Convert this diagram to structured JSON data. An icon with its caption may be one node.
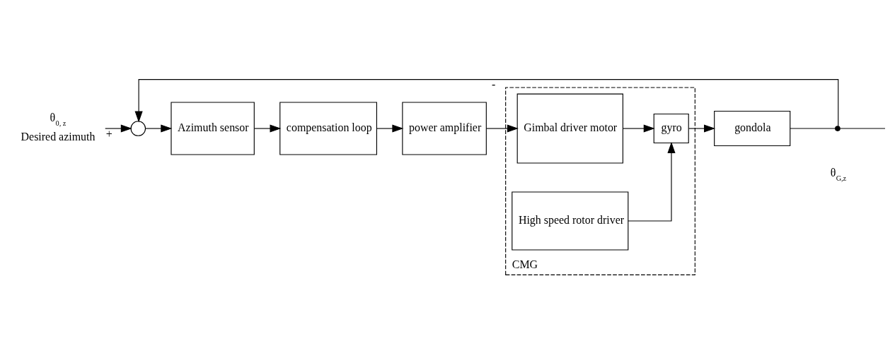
{
  "diagram": {
    "nodes": [
      {
        "text": [
          "θ$_{0, z}$",
          "Desired azimuth"
        ]
      },
      {
        "text": [],
        "shape": "circle"
      },
      {
        "text": [
          "Azimuth sensor"
        ]
      },
      {
        "text": [
          "compensation loop"
        ]
      },
      {
        "text": [
          "power amplifier"
        ]
      },
      {
        "text": [
          "CMG"
        ]
      },
      {
        "text": [
          "Gimbal driver motor"
        ],
        "in": 5
      },
      {
        "text": [
          "gyro"
        ],
        "in": 5
      },
      {
        "text": [
          "High speed rotor driver"
        ],
        "in": 5
      },
      {
        "text": [
          "gondola"
        ]
      },
      {
        "text": [],
        "shape": "dot"
      }
    ],
    "edges": [
      {
        "from": 0,
        "to": 1,
        "arrow": "to",
        "label": "+"
      },
      {
        "from": 1,
        "to": 2,
        "arrow": "to"
      },
      {
        "from": 2,
        "to": 3,
        "arrow": "to"
      },
      {
        "from": 3,
        "to": 4,
        "arrow": "to"
      },
      {
        "from": 4,
        "to": 6,
        "arrow": "to"
      },
      {
        "from": 6,
        "to": 7,
        "arrow": "to"
      },
      {
        "from": 8,
        "to": 7,
        "arrow": "to"
      },
      {
        "from": 7,
        "to": 9,
        "arrow": "to"
      },
      {
        "from": 9,
        "to": 10,
        "arrow": "none"
      },
      {
        "from": 10,
        "to": 1,
        "arrow": "to",
        "label": "-"
      },
      {
        "from": 10,
        "to": null,
        "arrow": "none"
      }
    ],
    "labels": [
      "θ$_{G,z}$"
    ]
  }
}
